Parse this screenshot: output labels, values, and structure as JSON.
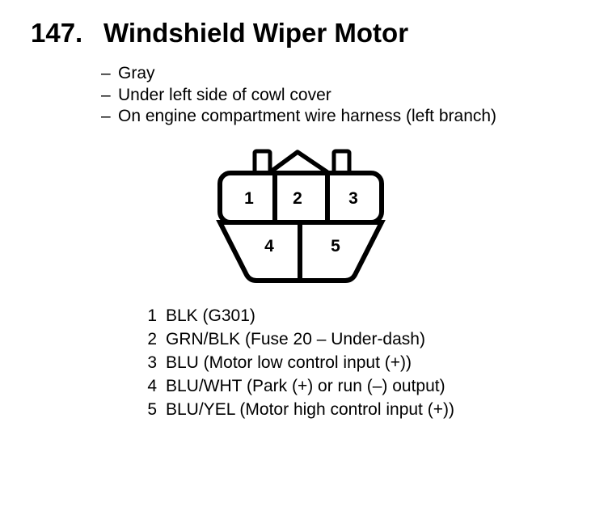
{
  "entry": {
    "number": "147.",
    "title": "Windshield Wiper Motor"
  },
  "notes": [
    {
      "dash": "–",
      "text": "Gray"
    },
    {
      "dash": "–",
      "text": "Under left side of cowl cover"
    },
    {
      "dash": "–",
      "text": "On engine compartment wire harness (left branch)"
    }
  ],
  "connector": {
    "top_row_cavities": [
      "1",
      "2",
      "3"
    ],
    "bottom_row_cavities": [
      "4",
      "5"
    ],
    "line_color": "#000000",
    "body_fill": "#ffffff"
  },
  "pins": [
    {
      "number": "1",
      "description": "BLK (G301)"
    },
    {
      "number": "2",
      "description": "GRN/BLK (Fuse 20 – Under-dash)"
    },
    {
      "number": "3",
      "description": "BLU (Motor low control input (+))"
    },
    {
      "number": "4",
      "description": "BLU/WHT (Park (+) or run (–) output)"
    },
    {
      "number": "5",
      "description": "BLU/YEL (Motor high control input (+))"
    }
  ]
}
